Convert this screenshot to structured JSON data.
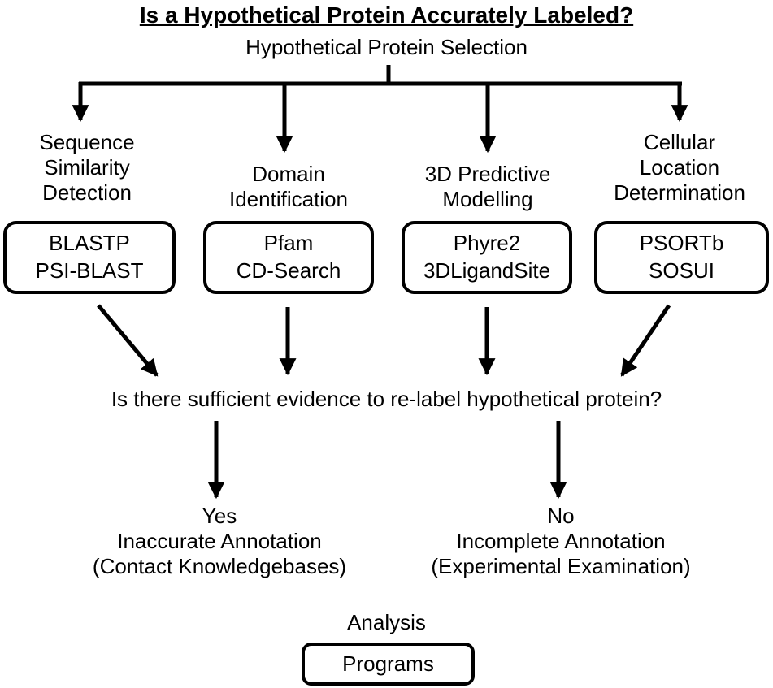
{
  "title": "Is a Hypothetical Protein Accurately Labeled?",
  "selection": "Hypothetical Protein Selection",
  "methods": [
    {
      "label": [
        "Sequence",
        "Similarity",
        "Detection"
      ],
      "programs": [
        "BLASTP",
        "PSI-BLAST"
      ]
    },
    {
      "label": [
        "Domain",
        "Identification"
      ],
      "programs": [
        "Pfam",
        "CD-Search"
      ]
    },
    {
      "label": [
        "3D Predictive",
        "Modelling"
      ],
      "programs": [
        "Phyre2",
        "3DLigandSite"
      ]
    },
    {
      "label": [
        "Cellular",
        "Location",
        "Determination"
      ],
      "programs": [
        "PSORTb",
        "SOSUI"
      ]
    }
  ],
  "question": "Is there sufficient evidence to re-label hypothetical protein?",
  "yes": {
    "answer": "Yes",
    "outcome": "Inaccurate Annotation",
    "action": "(Contact Knowledgebases)"
  },
  "no": {
    "answer": "No",
    "outcome": "Incomplete Annotation",
    "action": "(Experimental Examination)"
  },
  "legend": {
    "label": "Analysis",
    "box": "Programs"
  }
}
